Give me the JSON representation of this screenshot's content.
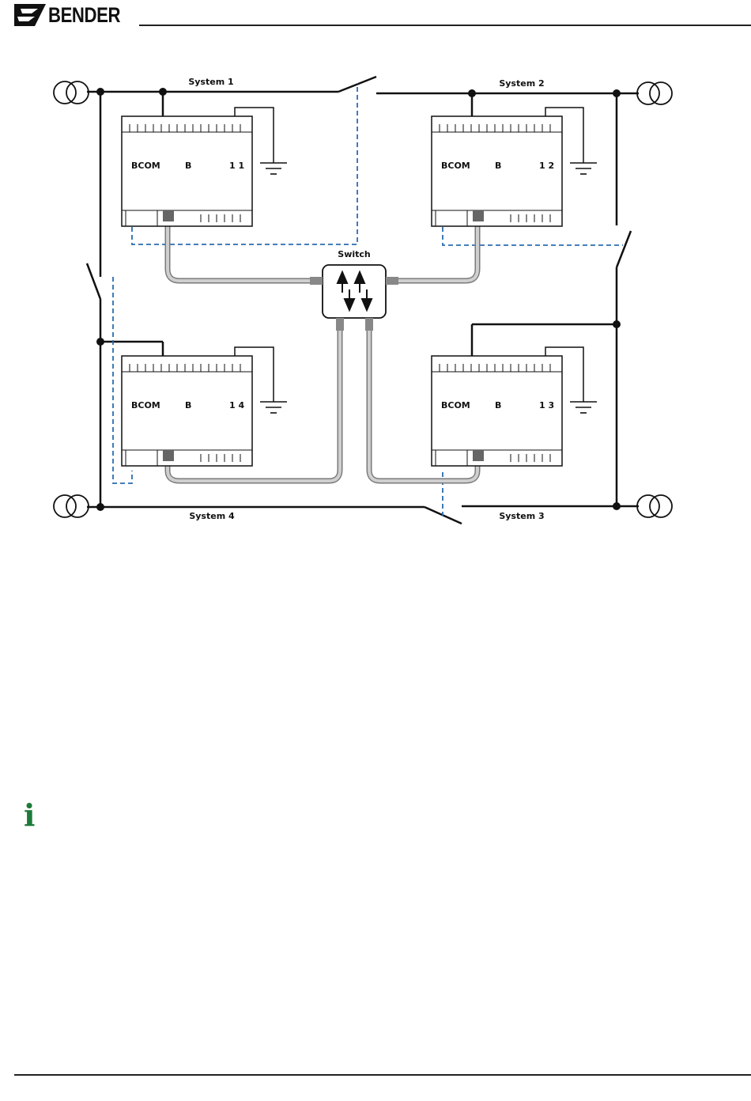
{
  "header": {
    "brand": "BENDER",
    "logo_icon": "bender-logo-icon"
  },
  "diagram": {
    "switch_label": "Switch",
    "systems": [
      {
        "label": "System 1"
      },
      {
        "label": "System 2"
      },
      {
        "label": "System 3"
      },
      {
        "label": "System 4"
      }
    ],
    "devices": [
      {
        "name": "BCOM",
        "mid": "B",
        "addr": "1 1"
      },
      {
        "name": "BCOM",
        "mid": "B",
        "addr": "1 2"
      },
      {
        "name": "BCOM",
        "mid": "B",
        "addr": "1 3"
      },
      {
        "name": "BCOM",
        "mid": "B",
        "addr": "1 4"
      }
    ],
    "colors": {
      "line": "#111111",
      "dashed": "#2b6cb0",
      "cable": "#9a9a9a",
      "info": "#1d7a3a"
    }
  },
  "info": {
    "icon": "info-icon"
  }
}
